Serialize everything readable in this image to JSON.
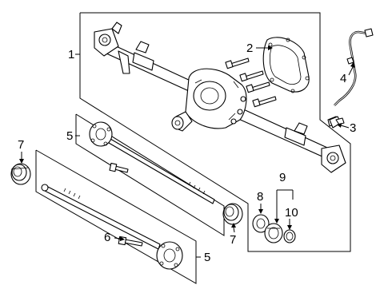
{
  "callouts": {
    "c1": "1",
    "c2": "2",
    "c3": "3",
    "c4": "4",
    "c5_upper": "5",
    "c5_lower": "5",
    "c6": "6",
    "c7_left": "7",
    "c7_right": "7",
    "c8": "8",
    "c9": "9",
    "c10": "10"
  },
  "colors": {
    "line": "#000000",
    "background": "#ffffff"
  }
}
